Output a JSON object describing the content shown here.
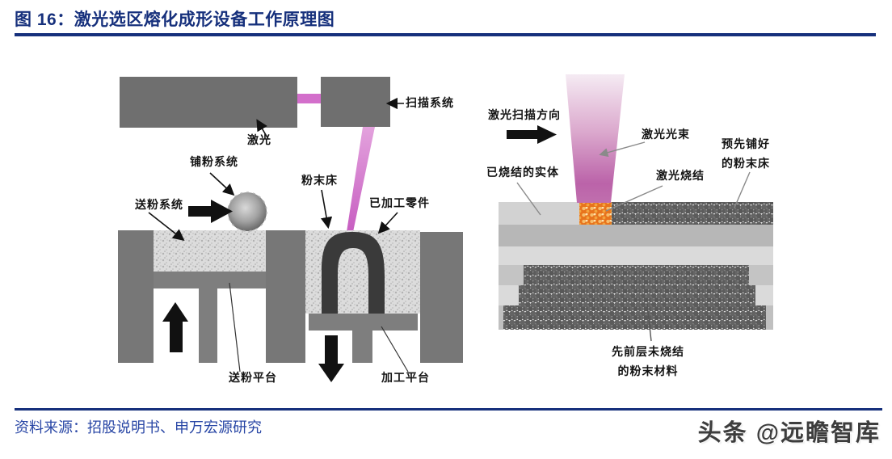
{
  "header": {
    "title": "图 16：激光选区熔化成形设备工作原理图"
  },
  "diagram": {
    "left": {
      "labels": {
        "scan_system": "扫描系统",
        "laser": "激光",
        "powder_spread_system": "铺粉系统",
        "powder_feed_system": "送粉系统",
        "powder_bed": "粉末床",
        "machined_part": "已加工零件",
        "powder_feed_platform": "送粉平台",
        "build_platform": "加工平台"
      }
    },
    "right": {
      "labels": {
        "scan_direction": "激光扫描方向",
        "laser_beam": "激光光束",
        "pre_spread_line1": "预先铺好",
        "pre_spread_line2": "的粉末床",
        "sintered_solid": "已烧结的实体",
        "laser_sintering": "激光烧结",
        "prev_layer_line1": "先前层未烧结",
        "prev_layer_line2": "的粉末材料"
      }
    }
  },
  "footer": {
    "source": "资料来源：招股说明书、申万宏源研究",
    "watermark": "头条 @远瞻智库"
  },
  "colors": {
    "accent_navy": "#16307c",
    "source_blue": "#2846a5",
    "laser_pink": "#c763bd",
    "melt_orange": "#e8731c",
    "machine_gray": "#6f6f6f"
  }
}
